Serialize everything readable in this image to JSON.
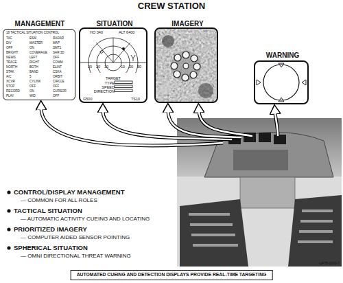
{
  "diagram": {
    "title": "CREW STATION",
    "caption": "AUTOMATED CUEING AND DETECTION DISPLAYS PROVIDE REAL-TIME TARGETING",
    "nodes": [
      {
        "text": [
          "MANAGEMENT",
          "18 TACTICAL SITUATION CONTROL",
          "TAC",
          "ESM",
          "RADAR",
          "DIV",
          "MASTER",
          "MAP",
          "OFF",
          "ON",
          "SMT1",
          "BRIGHT",
          "COVERAGE",
          "SAR 3D",
          "NEWS",
          "LEFT",
          "OFF",
          "TRACE",
          "RIGHT",
          "COMM",
          "NORTH",
          "BOTH",
          "ELINT",
          "STAK",
          "BAND",
          "CSKA",
          "A/C",
          "5",
          "ORBIT",
          "XCVR",
          "CYLINK",
          "CIRCLE",
          "STOP",
          "OFF",
          "OFF",
          "RECORD",
          "ON",
          "CURSOR",
          "PLAY",
          "WID",
          "OFF"
        ]
      },
      {
        "text": [
          "SITUATION",
          "HO 340",
          "ALT 6400",
          "30",
          "20",
          "10",
          "10",
          "20",
          "30",
          "TARGET",
          "TYPE",
          "SPEED",
          "DIRECTION",
          "G500",
          "TS10"
        ]
      },
      {
        "text": [
          "IMAGERY"
        ]
      },
      {
        "text": [
          "WARNING"
        ]
      }
    ],
    "labels": [
      "CONTROL/DISPLAY MANAGEMENT",
      "— COMMON FOR ALL ROLES",
      "TACTICAL SITUATION",
      "— AUTOMATIC ACTIVITY CUEING AND LOCATING",
      "PRIORITIZED IMAGERY",
      "— COMPUTER AIDED SENSOR POINTING",
      "SPHERICAL SITUATION",
      "— OMNI DIRECTIONAL THREAT WARNING",
      "GP78-0200-7"
    ]
  }
}
